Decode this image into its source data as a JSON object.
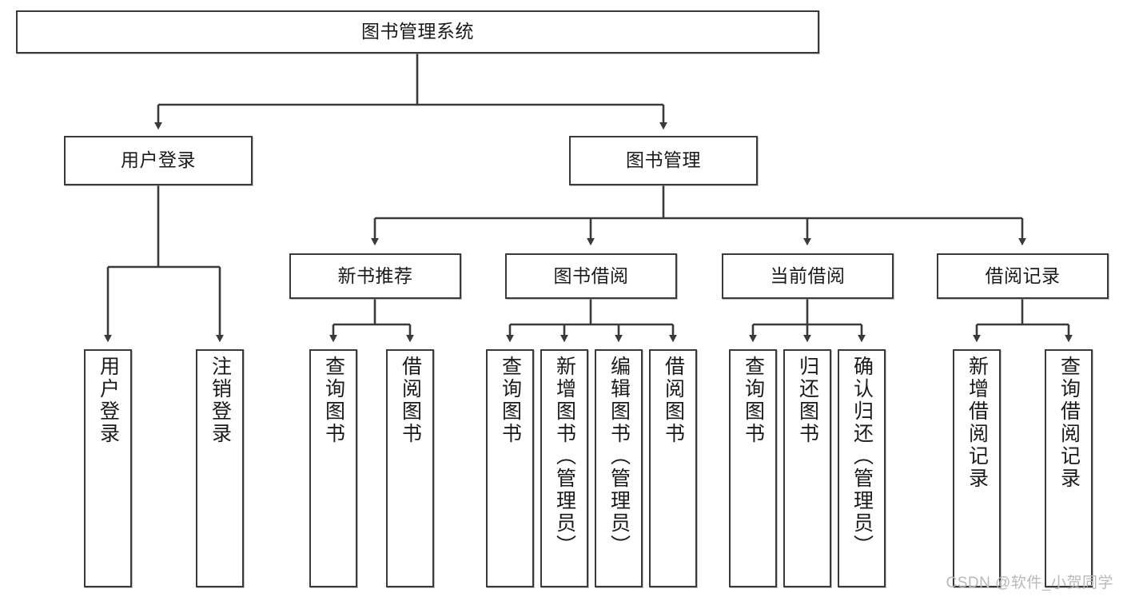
{
  "diagram": {
    "title": "图书管理系统",
    "watermark": "CSDN @软件_小贺同学",
    "type": "tree-hierarchy",
    "colors": {
      "border": "#3a3a3a",
      "background": "#ffffff",
      "text": "#1a1a1a",
      "watermark": "#b9b9b9"
    },
    "nodes": {
      "root": {
        "label": "图书管理系统",
        "orientation": "horizontal",
        "level": 1
      },
      "n_user_login": {
        "label": "用户登录",
        "orientation": "horizontal",
        "level": 2
      },
      "n_book_mgmt": {
        "label": "图书管理",
        "orientation": "horizontal",
        "level": 2
      },
      "n_new_book_rec": {
        "label": "新书推荐",
        "orientation": "horizontal",
        "level": 3
      },
      "n_book_borrow": {
        "label": "图书借阅",
        "orientation": "horizontal",
        "level": 3
      },
      "n_current_borrow": {
        "label": "当前借阅",
        "orientation": "horizontal",
        "level": 3
      },
      "n_borrow_record": {
        "label": "借阅记录",
        "orientation": "horizontal",
        "level": 3
      },
      "leaf_user_login": {
        "label": "用户登录",
        "orientation": "vertical",
        "level": 4
      },
      "leaf_logout": {
        "label": "注销登录",
        "orientation": "vertical",
        "level": 4
      },
      "leaf_query_book_1": {
        "label": "查询图书",
        "orientation": "vertical",
        "level": 4
      },
      "leaf_borrow_book_1": {
        "label": "借阅图书",
        "orientation": "vertical",
        "level": 4
      },
      "leaf_query_book_2": {
        "label": "查询图书",
        "orientation": "vertical",
        "level": 4
      },
      "leaf_add_book": {
        "label": "新增图书（管理员）",
        "orientation": "vertical",
        "level": 4
      },
      "leaf_edit_book": {
        "label": "编辑图书（管理员）",
        "orientation": "vertical",
        "level": 4
      },
      "leaf_borrow_book_2": {
        "label": "借阅图书",
        "orientation": "vertical",
        "level": 4
      },
      "leaf_query_book_3": {
        "label": "查询图书",
        "orientation": "vertical",
        "level": 4
      },
      "leaf_return_book": {
        "label": "归还图书",
        "orientation": "vertical",
        "level": 4
      },
      "leaf_confirm_return": {
        "label": "确认归还（管理员）",
        "orientation": "vertical",
        "level": 4
      },
      "leaf_add_record": {
        "label": "新增借阅记录",
        "orientation": "vertical",
        "level": 4
      },
      "leaf_query_record": {
        "label": "查询借阅记录",
        "orientation": "vertical",
        "level": 4
      }
    },
    "edges": [
      {
        "from": "root",
        "to": "n_user_login"
      },
      {
        "from": "root",
        "to": "n_book_mgmt"
      },
      {
        "from": "n_user_login",
        "to": "leaf_user_login"
      },
      {
        "from": "n_user_login",
        "to": "leaf_logout"
      },
      {
        "from": "n_book_mgmt",
        "to": "n_new_book_rec"
      },
      {
        "from": "n_book_mgmt",
        "to": "n_book_borrow"
      },
      {
        "from": "n_book_mgmt",
        "to": "n_current_borrow"
      },
      {
        "from": "n_book_mgmt",
        "to": "n_borrow_record"
      },
      {
        "from": "n_new_book_rec",
        "to": "leaf_query_book_1"
      },
      {
        "from": "n_new_book_rec",
        "to": "leaf_borrow_book_1"
      },
      {
        "from": "n_book_borrow",
        "to": "leaf_query_book_2"
      },
      {
        "from": "n_book_borrow",
        "to": "leaf_add_book"
      },
      {
        "from": "n_book_borrow",
        "to": "leaf_edit_book"
      },
      {
        "from": "n_book_borrow",
        "to": "leaf_borrow_book_2"
      },
      {
        "from": "n_current_borrow",
        "to": "leaf_query_book_3"
      },
      {
        "from": "n_current_borrow",
        "to": "leaf_return_book"
      },
      {
        "from": "n_current_borrow",
        "to": "leaf_confirm_return"
      },
      {
        "from": "n_borrow_record",
        "to": "leaf_add_record"
      },
      {
        "from": "n_borrow_record",
        "to": "leaf_query_record"
      }
    ]
  }
}
